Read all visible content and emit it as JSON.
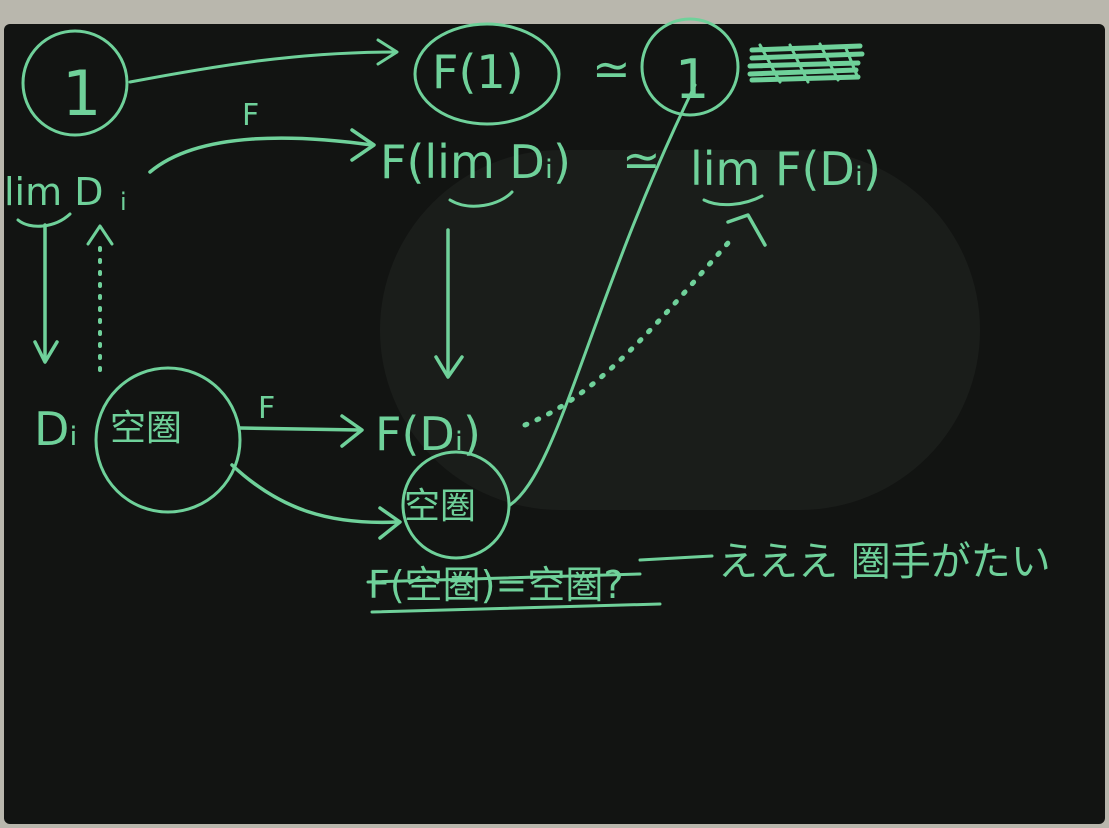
{
  "board": {
    "frame_color": "#b9b7ad",
    "surface_color": "#121412",
    "ink_color": "#6fd19a"
  },
  "nodes": {
    "one": "1",
    "F_one": "F(1)",
    "terminal": "1",
    "lim_D": "lim D",
    "lim_D_sub": "i",
    "F_lim_D": "F(lim Dᵢ)",
    "lim_F_D": "lim F(Dᵢ)",
    "D_i": "Dᵢ",
    "empty_source": "空圏",
    "F_D_i": "F(Dᵢ)",
    "empty_target": "空圏"
  },
  "relations": {
    "iso_1": "≃",
    "iso_2": "≃"
  },
  "arrow_labels": {
    "top_F": "F",
    "bottom_F": "F"
  },
  "notes": {
    "struck_equation": "F(空圏)=空圏?",
    "comment": "えええ 圏手がたい"
  }
}
